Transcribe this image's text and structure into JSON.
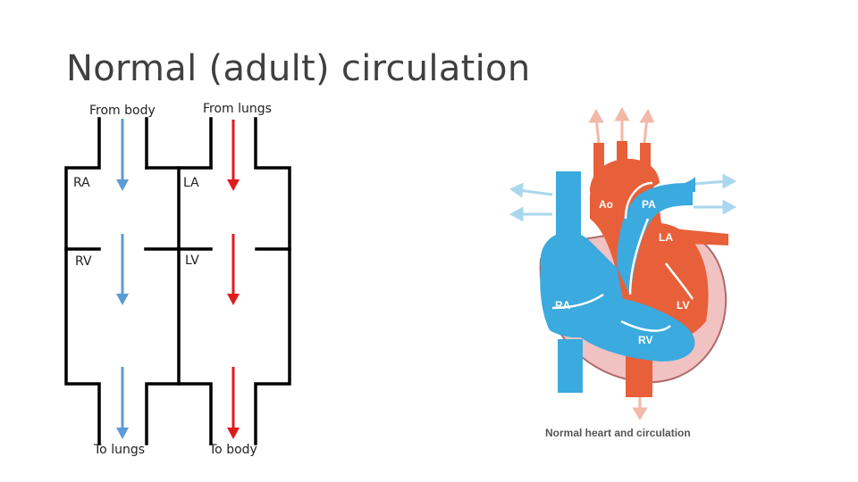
{
  "slide": {
    "title": "Normal (adult) circulation"
  },
  "schematic": {
    "from_body": "From body",
    "from_lungs": "From lungs",
    "to_lungs": "To lungs",
    "to_body": "To body",
    "ra": "RA",
    "la": "LA",
    "rv": "RV",
    "lv": "LV"
  },
  "illustration": {
    "caption": "Normal heart and circulation",
    "labels": {
      "ao": "Ao",
      "pa": "PA",
      "la": "LA",
      "ra": "RA",
      "lv": "LV",
      "rv": "RV"
    },
    "colors": {
      "deoxygenated": "#3aaadf",
      "oxygenated": "#e8603a",
      "myocardium": "#f1c2c2",
      "blue_arrow": "#5b9bd5",
      "red_arrow": "#e11b1b"
    }
  }
}
